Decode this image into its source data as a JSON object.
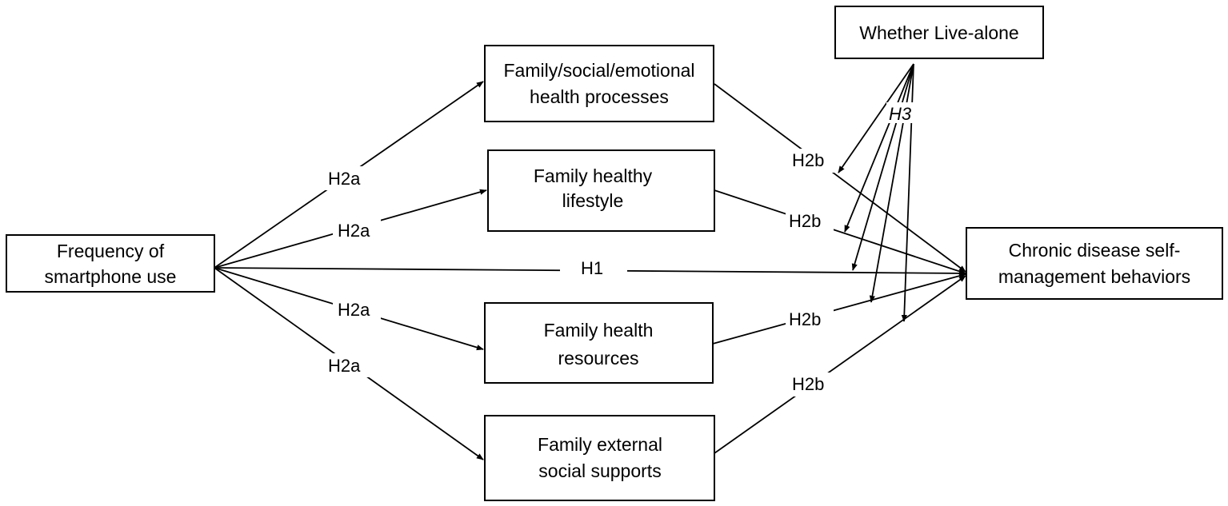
{
  "nodes": {
    "frequency": {
      "lines": [
        "Frequency of",
        "smartphone use"
      ]
    },
    "fse": {
      "lines": [
        "Family/social/emotional",
        "health processes"
      ]
    },
    "lifestyle": {
      "lines": [
        "Family healthy",
        "lifestyle"
      ]
    },
    "resources": {
      "lines": [
        "Family health",
        "resources"
      ]
    },
    "supports": {
      "lines": [
        "Family external",
        "social supports"
      ]
    },
    "outcome": {
      "lines": [
        "Chronic disease self-",
        "management behaviors"
      ]
    },
    "moderator": {
      "lines": [
        "Whether Live-alone"
      ]
    }
  },
  "labels": {
    "h1": "H1",
    "h2a_1": "H2a",
    "h2a_2": "H2a",
    "h2a_3": "H2a",
    "h2a_4": "H2a",
    "h2b_1": "H2b",
    "h2b_2": "H2b",
    "h2b_3": "H2b",
    "h2b_4": "H2b",
    "h3": "H3"
  },
  "colors": {
    "stroke": "#000000",
    "background": "#ffffff"
  }
}
